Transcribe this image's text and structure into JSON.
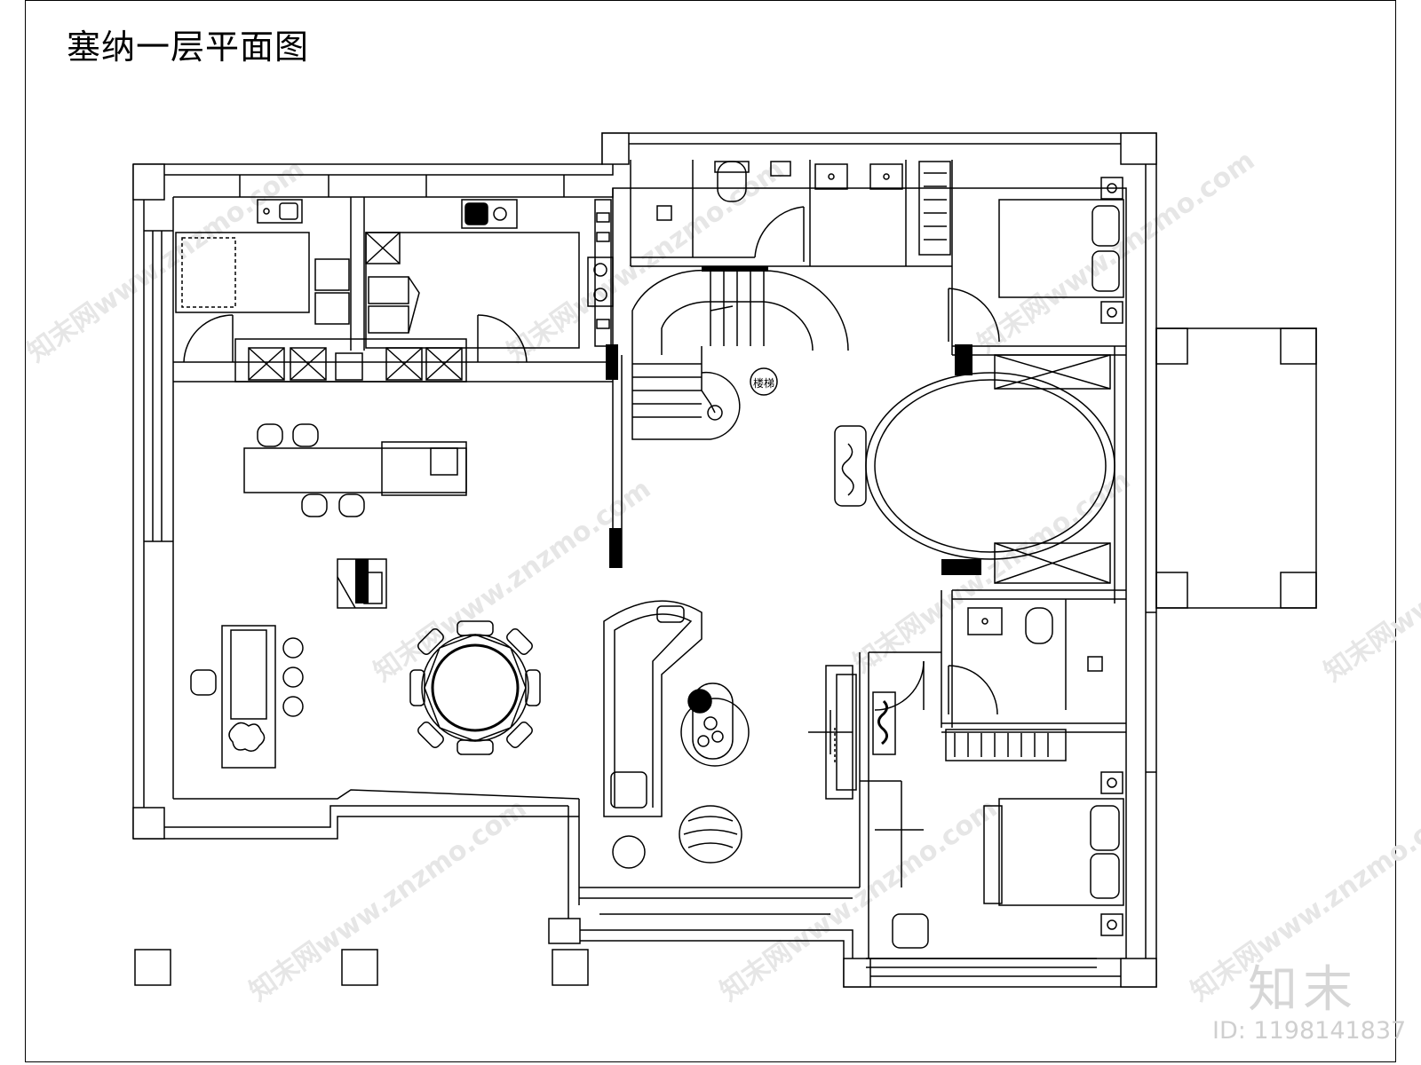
{
  "title": "塞纳一层平面图",
  "stair_label": "楼梯",
  "brand": "知末",
  "id_label": "ID: 1198141837",
  "watermark": "知末网www.znzmo.com",
  "colors": {
    "line": "#000000",
    "watermark": "#e6e6e6"
  }
}
